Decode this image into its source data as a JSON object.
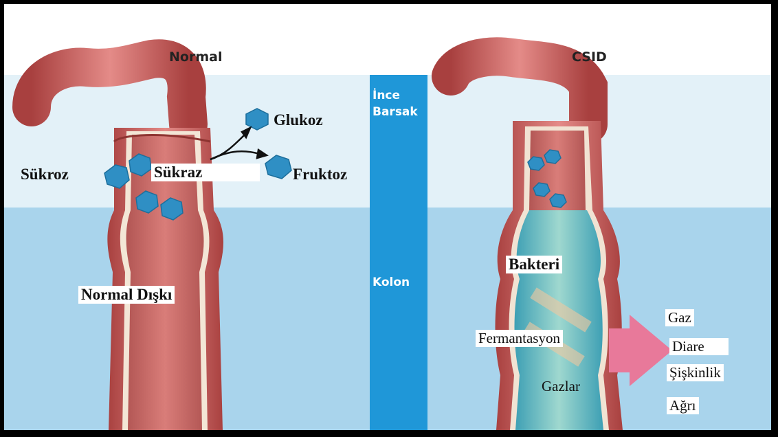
{
  "titles": {
    "normal": "Normal",
    "csid": "CSID"
  },
  "divider": {
    "small_intestine_line1": "İnce",
    "small_intestine_line2": "Barsak",
    "colon": "Kolon"
  },
  "normal_labels": {
    "glucose": "Glukoz",
    "sucrose": "Sükroz",
    "sucrase": "Sükraz",
    "fructose": "Fruktoz",
    "normal_stool": "Normal Dışkı"
  },
  "csid_labels": {
    "bacteria": "Bakteri",
    "fermentation": "Fermantasyon",
    "gases": "Gazlar"
  },
  "symptoms": [
    "Gaz",
    "Diare",
    "Şişkinlik",
    "Ağrı"
  ],
  "colors": {
    "small_intestine_band": "#e3f1f8",
    "colon_band": "#a9d4ec",
    "divider": "#1f97d8",
    "intestine": "#c9605e",
    "molecule": "#2f8fc4",
    "arrow": "#e8799a"
  }
}
